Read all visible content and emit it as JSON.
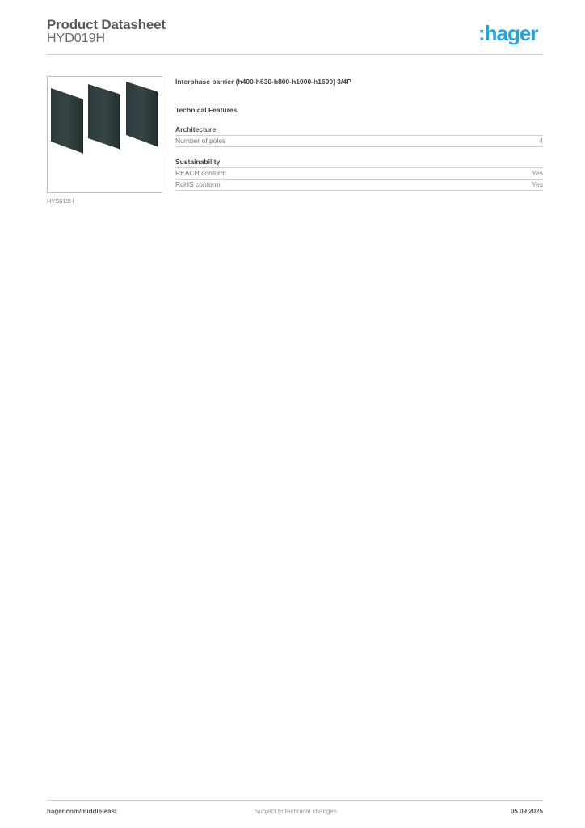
{
  "header": {
    "title": "Product Datasheet",
    "product_code": "HYD019H",
    "logo_text": ":hager",
    "brand_color": "#1fa6e0"
  },
  "product": {
    "image_alt": "three dark grey interphase barrier panels",
    "image_caption": "HYS019H",
    "name": "Interphase barrier (h400-h630-h800-h1000-h1600) 3/4P"
  },
  "technical_features": {
    "title": "Technical Features",
    "sections": [
      {
        "title": "Architecture",
        "rows": [
          {
            "label": "Number of poles",
            "value": "4"
          }
        ]
      },
      {
        "title": "Sustainability",
        "rows": [
          {
            "label": "REACH conform",
            "value": "Yes"
          },
          {
            "label": "RoHS conform",
            "value": "Yes"
          }
        ]
      }
    ]
  },
  "footer": {
    "website": "hager.com/middle-east",
    "disclaimer": "Subject to technical changes",
    "date": "05.09.2025"
  }
}
